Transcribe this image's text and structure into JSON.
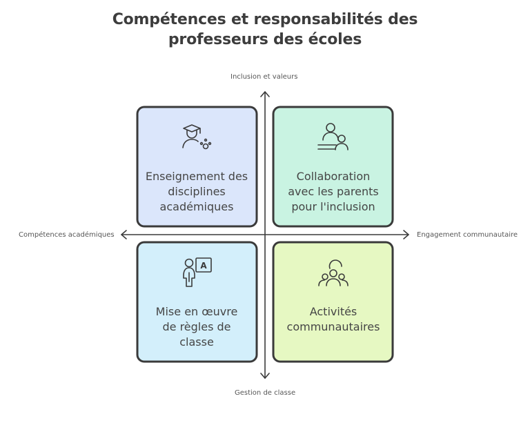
{
  "title": {
    "line1": "Compétences et responsabilités des",
    "line2": "professeurs des écoles"
  },
  "axes": {
    "top": "Inclusion et valeurs",
    "bottom": "Gestion de classe",
    "left": "Compétences académiques",
    "right": "Engagement communautaire"
  },
  "quadrants": {
    "top_left": {
      "lines": [
        "Enseignement des",
        "disciplines",
        "académiques"
      ],
      "color": "#dbe6fb",
      "icon": "teacher-graduation-cap-icon"
    },
    "top_right": {
      "lines": [
        "Collaboration",
        "avec les parents",
        "pour l'inclusion"
      ],
      "color": "#c9f3e2",
      "icon": "parent-teacher-meeting-icon"
    },
    "bottom_left": {
      "lines": [
        "Mise en œuvre",
        "de règles de",
        "classe"
      ],
      "color": "#d3effb",
      "icon": "teacher-board-icon"
    },
    "bottom_right": {
      "lines": [
        "Activités",
        "communautaires"
      ],
      "color": "#e6f8c2",
      "icon": "community-group-icon"
    }
  },
  "colors": {
    "stroke": "#3a3a3a",
    "text": "#454545"
  }
}
